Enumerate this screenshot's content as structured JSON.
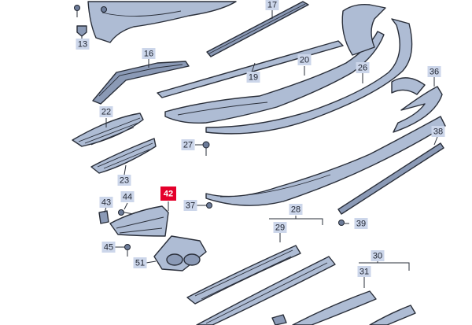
{
  "callouts": [
    {
      "id": "13",
      "highlight": false
    },
    {
      "id": "16",
      "highlight": false
    },
    {
      "id": "17",
      "highlight": false
    },
    {
      "id": "19",
      "highlight": false
    },
    {
      "id": "20",
      "highlight": false
    },
    {
      "id": "22",
      "highlight": false
    },
    {
      "id": "23",
      "highlight": false
    },
    {
      "id": "26",
      "highlight": false
    },
    {
      "id": "27",
      "highlight": false
    },
    {
      "id": "28",
      "highlight": false
    },
    {
      "id": "29",
      "highlight": false
    },
    {
      "id": "30",
      "highlight": false
    },
    {
      "id": "31",
      "highlight": false
    },
    {
      "id": "36",
      "highlight": false
    },
    {
      "id": "37",
      "highlight": false
    },
    {
      "id": "38",
      "highlight": false
    },
    {
      "id": "39",
      "highlight": false
    },
    {
      "id": "42",
      "highlight": true
    },
    {
      "id": "43",
      "highlight": false
    },
    {
      "id": "44",
      "highlight": false
    },
    {
      "id": "45",
      "highlight": false
    },
    {
      "id": "51",
      "highlight": false
    }
  ],
  "colors": {
    "part_fill": "#aebcd4",
    "outline": "#2a2f3a",
    "label_fill": "#ccd6ea",
    "highlight_fill": "#e4002b"
  }
}
